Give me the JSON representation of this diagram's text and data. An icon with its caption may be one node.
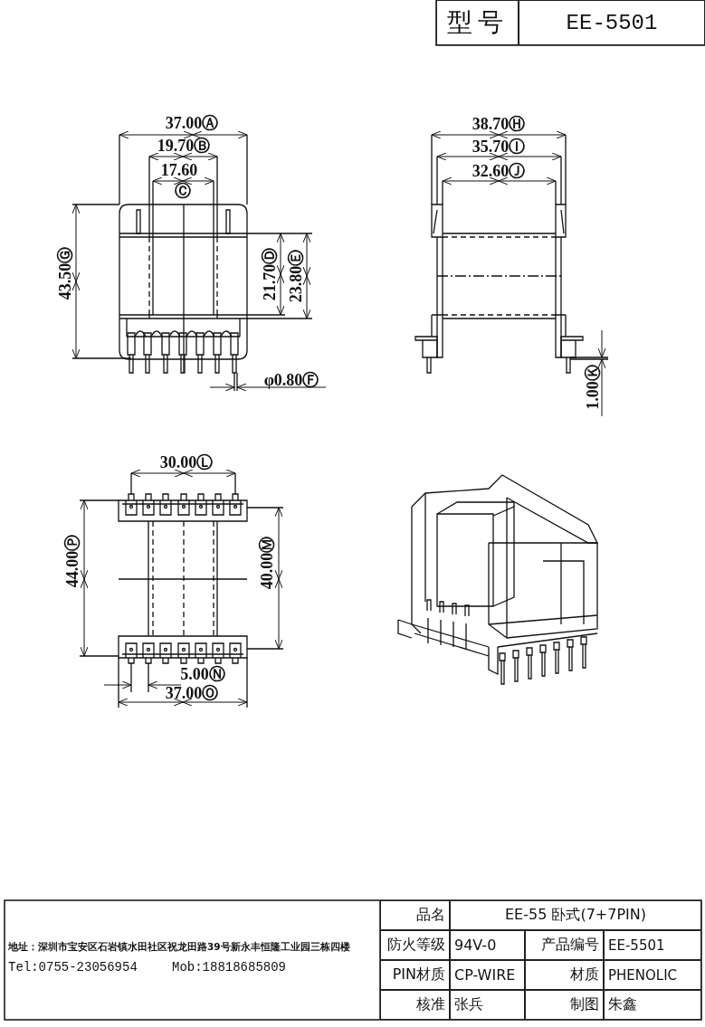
{
  "diagram": {
    "labels": [
      "型号",
      "EE-5501",
      "37.00Ⓐ",
      "19.70Ⓑ",
      "17.60",
      "Ⓒ",
      "43.50Ⓖ",
      "21.70Ⓓ",
      "23.80Ⓔ",
      "φ0.80Ⓕ",
      "38.70Ⓗ",
      "35.70Ⓘ",
      "32.60Ⓙ",
      "1.00Ⓚ",
      "30.00Ⓛ",
      "44.00Ⓟ",
      "40.00Ⓜ",
      "5.00Ⓝ",
      "37.00Ⓞ",
      "地址：深圳市宝安区石岩镇水田社区祝龙田路39号新永丰恒隆工业园三栋四楼",
      "Tel:0755-23056954",
      "Mob:18818685809",
      "品名",
      "EE-55 卧式(7+7PIN)",
      "防火等级",
      "94V-0",
      "产品编号",
      "EE-5501",
      "PIN材质",
      "CP-WIRE",
      "材质",
      "PHENOLIC",
      "核准",
      "张兵",
      "制图",
      "朱鑫"
    ]
  }
}
